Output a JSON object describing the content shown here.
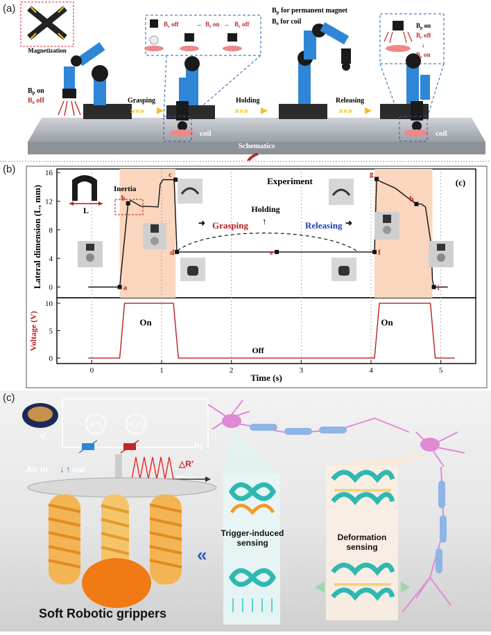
{
  "panel_a": {
    "label": "(a)",
    "magnetization": "Magnetization",
    "legend_bp": "B",
    "legend_bp_sub": "p",
    "legend_bp_text": " for permanent magnet",
    "legend_be": "B",
    "legend_be_sub": "e",
    "legend_be_text": " for coil",
    "left_bp_on": "B",
    "left_bp_on_sub": "p",
    "left_bp_on_text": " on",
    "left_be_off": "B",
    "left_be_off_sub": "e",
    "left_be_off_text": " off",
    "seq1": "B",
    "seq1_sub": "e",
    "seq1_text": " off",
    "seq2": "B",
    "seq2_sub": "e",
    "seq2_text": " on",
    "seq3": "B",
    "seq3_sub": "e",
    "seq3_text": " off",
    "right_bp": "B",
    "right_bp_sub": "p",
    "right_bp_text": " on",
    "right_be_off": "B",
    "right_be_off_sub": "e",
    "right_be_off_text": " off",
    "right_be_on": "B",
    "right_be_on_sub": "e",
    "right_be_on_text": " on",
    "step_grasping": "Grasping",
    "step_holding": "Holding",
    "step_releasing": "Releasing",
    "coil_left": "coil",
    "coil_right": "coil",
    "schematics": "Schematics",
    "colors": {
      "robot_blue": "#2f86d6",
      "robot_black": "#1a1a1a",
      "red": "#c0282a",
      "table": "#b9bdc2",
      "arrow_yellow": "#f2c21b"
    }
  },
  "panel_b": {
    "label": "(b)",
    "experiment": "Experiment",
    "panel_tag": "(c)",
    "inertia": "Inertia",
    "L_label": "L",
    "grasping": "Grasping",
    "holding": "Holding",
    "releasing": "Releasing",
    "on_left": "On",
    "on_right": "On",
    "off": "Off",
    "colors": {
      "shade": "#f9d6bd",
      "red": "#b81c1c",
      "blue": "#1f3fb5",
      "line": "#111111"
    }
  },
  "chart_data": [
    {
      "type": "line",
      "ylabel": "Lateral dimension (L, mm)",
      "xlim": [
        -0.5,
        5.5
      ],
      "ylim": [
        -1.5,
        16.5
      ],
      "yticks": [
        0,
        4,
        8,
        12,
        16
      ],
      "ytick_labels": [
        "0",
        "4",
        "8",
        "12",
        "16"
      ],
      "series": [
        {
          "x": [
            -0.05,
            0.4,
            0.52,
            0.56,
            0.7,
            0.95,
            0.98,
            1.02,
            1.18,
            1.22,
            2.0,
            2.8,
            3.6,
            4.05,
            4.08,
            4.1,
            4.35,
            4.55,
            4.65,
            4.72,
            4.78,
            4.86,
            4.88,
            4.9,
            5.1
          ],
          "y": [
            0,
            0,
            11.7,
            12.1,
            11.3,
            11.2,
            14.4,
            15.0,
            15.0,
            4.9,
            4.9,
            4.9,
            4.9,
            4.9,
            15.1,
            14.9,
            13.8,
            12.3,
            11.6,
            11.6,
            11.2,
            6.0,
            1.0,
            0,
            0
          ]
        }
      ],
      "points": [
        {
          "label": "a",
          "x": 0.4,
          "y": 0
        },
        {
          "label": "b",
          "x": 0.52,
          "y": 11.7
        },
        {
          "label": "c",
          "x": 1.2,
          "y": 15.0
        },
        {
          "label": "d",
          "x": 1.22,
          "y": 4.9
        },
        {
          "label": "e",
          "x": 2.65,
          "y": 4.9
        },
        {
          "label": "f",
          "x": 4.05,
          "y": 4.9
        },
        {
          "label": "g",
          "x": 4.08,
          "y": 15.1
        },
        {
          "label": "h",
          "x": 4.65,
          "y": 11.6
        },
        {
          "label": "i",
          "x": 4.9,
          "y": 0
        }
      ],
      "shaded_x": [
        [
          0.4,
          1.2
        ],
        [
          4.05,
          4.88
        ]
      ],
      "grid": "dotted vertical"
    },
    {
      "type": "line",
      "xlabel": "Time (s)",
      "ylabel": "Voltage (V)",
      "xlim": [
        -0.5,
        5.5
      ],
      "ylim": [
        -1,
        11
      ],
      "xticks": [
        0,
        1,
        2,
        3,
        4,
        5
      ],
      "xtick_labels": [
        "0",
        "1",
        "2",
        "3",
        "4",
        "5"
      ],
      "yticks": [
        0,
        5,
        10
      ],
      "ytick_labels": [
        "0",
        "5",
        "10"
      ],
      "series": [
        {
          "x": [
            -0.05,
            0.4,
            0.47,
            1.17,
            1.24,
            4.05,
            4.12,
            4.85,
            4.92,
            5.2
          ],
          "y": [
            0,
            0,
            10,
            10,
            0,
            0,
            10,
            10,
            0,
            0
          ]
        }
      ]
    }
  ],
  "panel_c": {
    "label": "(c)",
    "circuit_v": "V",
    "r_t": "R(t)",
    "r_prime_t": "R’(t)",
    "air_in": "Air in",
    "out": "out",
    "delta_r": "△R’",
    "strain": "Strain",
    "trigger_sensing": "Trigger-induced sensing",
    "deformation_sensing": "Deformation sensing",
    "soft_grippers": "Soft Robotic grippers",
    "chevrons": "«",
    "colors": {
      "neuron": "#e08ad6",
      "teal": "#2fb8b0",
      "orange": "#f39a2a",
      "yellow": "#f7d27a"
    }
  }
}
